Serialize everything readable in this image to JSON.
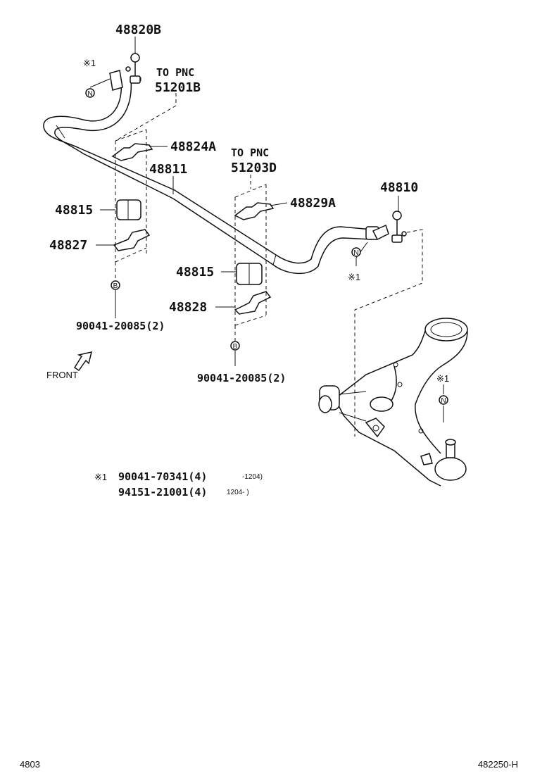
{
  "labels": {
    "p48820B": "48820B",
    "to_pnc_1": "TO PNC",
    "p51201B": "51201B",
    "p48824A": "48824A",
    "p48811": "48811",
    "to_pnc_2": "TO PNC",
    "p51203D": "51203D",
    "p48810": "48810",
    "p48815_left": "48815",
    "p48829A": "48829A",
    "p48827": "48827",
    "p48815_mid": "48815",
    "p48828": "48828",
    "bolt_left": "90041-20085(2)",
    "bolt_mid": "90041-20085(2)",
    "front": "FRONT",
    "note_mark_1": "※1",
    "note_mark_2": "※1",
    "note_mark_3": "※1",
    "callout_n": "N",
    "callout_b": "B",
    "note_row1_mark": "※1",
    "note_row1_part": "90041-70341(4)",
    "note_row1_range": "-1204)",
    "note_row2_part": "94151-21001(4)",
    "note_row2_range": "1204-    )",
    "footer_left": "4803",
    "footer_right": "482250-H"
  }
}
